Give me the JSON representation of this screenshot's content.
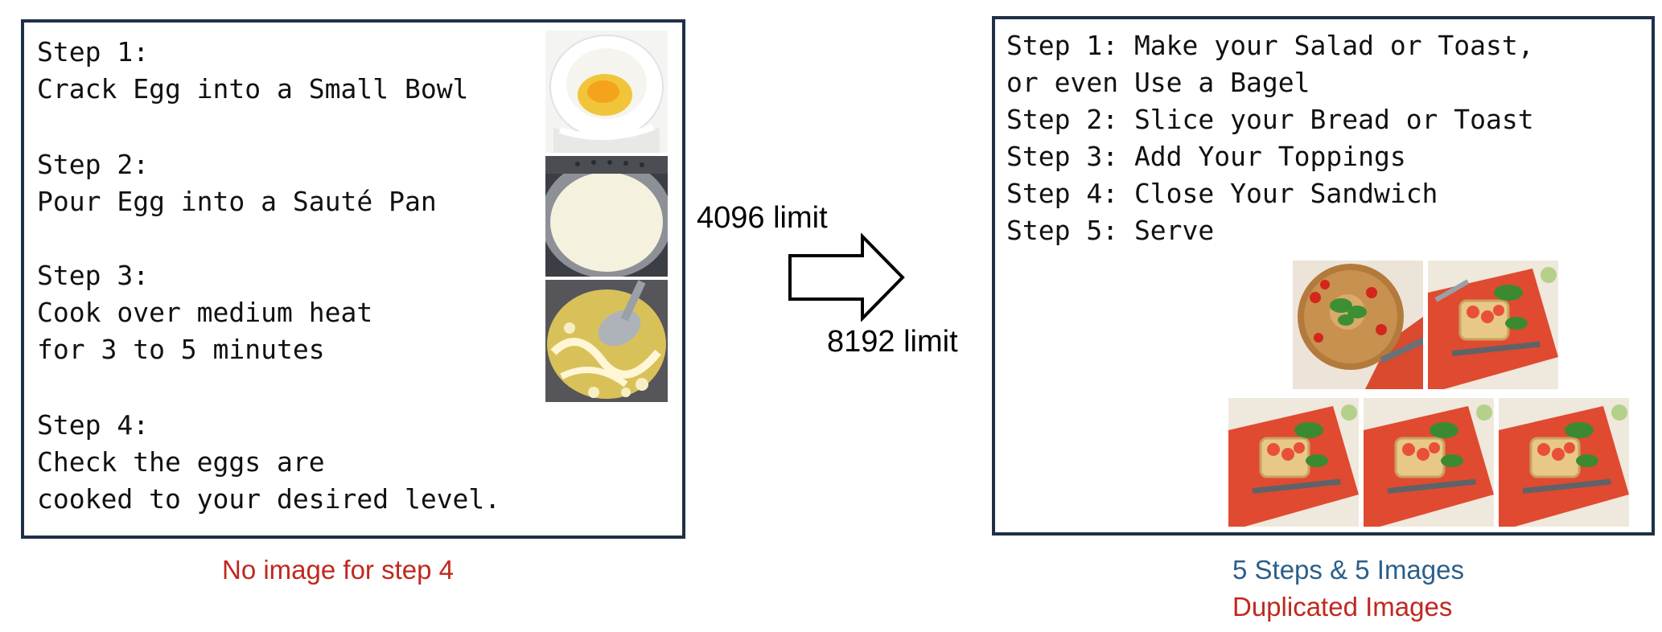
{
  "left_panel": {
    "steps": [
      {
        "title": "Step 1:",
        "lines": [
          "Crack Egg into a Small Bowl"
        ]
      },
      {
        "title": "Step 2:",
        "lines": [
          "Pour Egg into a Sauté Pan"
        ]
      },
      {
        "title": "Step 3:",
        "lines": [
          "Cook over medium heat",
          "for 3 to 5 minutes"
        ]
      },
      {
        "title": "Step 4:",
        "lines": [
          "Check the eggs are",
          "cooked to your desired level."
        ]
      }
    ],
    "images": [
      "egg-in-bowl-image",
      "egg-in-pan-image",
      "egg-cooking-image"
    ],
    "caption": "No image for step 4"
  },
  "arrow": {
    "top_label": "4096 limit",
    "bottom_label": "8192 limit"
  },
  "right_panel": {
    "lines": [
      "Step 1: Make your Salad or Toast,",
      "or even Use a Bagel",
      "Step 2: Slice your Bread or Toast",
      "Step 3: Add Your Toppings",
      "Step 4: Close Your Sandwich",
      "Step 5: Serve"
    ],
    "images": [
      "salad-board-image",
      "toast-knife-image",
      "toast-knife-duplicate-image"
    ],
    "caption_line1": "5 Steps & 5 Images",
    "caption_line2": "Duplicated Images"
  },
  "colors": {
    "border": "#1f3047",
    "caption_red": "#c0281f",
    "caption_blue": "#2b5f8a"
  }
}
